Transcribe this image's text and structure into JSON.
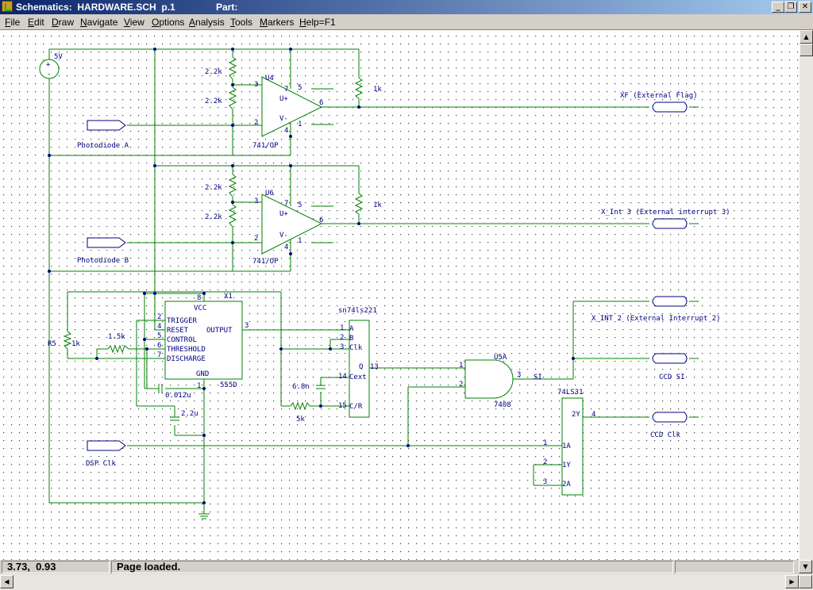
{
  "window": {
    "title": "Schematics:  HARDWARE.SCH  p.1",
    "part_label": "Part:",
    "controls": {
      "minimize": "_",
      "restore": "❐",
      "close": "✕"
    }
  },
  "menu": [
    {
      "label": "File",
      "hotkey": "F"
    },
    {
      "label": "Edit",
      "hotkey": "E"
    },
    {
      "label": "Draw",
      "hotkey": "D"
    },
    {
      "label": "Navigate",
      "hotkey": "N"
    },
    {
      "label": "View",
      "hotkey": "V"
    },
    {
      "label": "Options",
      "hotkey": "O"
    },
    {
      "label": "Analysis",
      "hotkey": "A"
    },
    {
      "label": "Tools",
      "hotkey": "T"
    },
    {
      "label": "Markers",
      "hotkey": "M"
    },
    {
      "label": "Help=F1",
      "hotkey": "H"
    }
  ],
  "schematic": {
    "power": "5V",
    "opamp1": {
      "ref": "U4",
      "model": "741/OP",
      "pins": {
        "noninv": "3",
        "inv": "2",
        "vplus": "7",
        "vminus": "4",
        "out": "6",
        "o1": "5",
        "o2": "1"
      },
      "plus": "U+",
      "minus": "V-"
    },
    "opamp2": {
      "ref": "U6",
      "model": "741/OP",
      "pins": {
        "noninv": "3",
        "inv": "2",
        "vplus": "7",
        "vminus": "4",
        "out": "6",
        "o1": "5",
        "o2": "1"
      },
      "plus": "U+",
      "minus": "V-"
    },
    "resistors": {
      "r1": "2.2k",
      "r2": "2.2k",
      "r3": "2.2k",
      "r4": "2.2k",
      "pull1": "1k",
      "pull2": "1k",
      "r5": "R5",
      "r5val": "1k",
      "r15k": "1.5k",
      "r5k": "5k"
    },
    "ports": {
      "xf": "XF (External Flag)",
      "xint3": "X_Int 3 (External interrupt 3)",
      "xint2": "X_INT 2 (External Interrupt 2)",
      "photo_a": "Photodiode A",
      "photo_b": "Photodiode B",
      "ccd_si": "CCD SI",
      "ccd_clk": "CCD Clk",
      "dsp_clk": "DSP Clk"
    },
    "timer": {
      "ref": "X1",
      "model": "555D",
      "vcc": "VCC",
      "trigger": "TRIGGER",
      "reset": "RESET",
      "output": "OUTPUT",
      "control": "CONTROL",
      "threshold": "THRESHOLD",
      "discharge": "DISCHARGE",
      "gnd": "GND",
      "pins": {
        "p8": "8",
        "p2": "2",
        "p4": "4",
        "p5": "5",
        "p6": "6",
        "p7": "7",
        "p3": "3",
        "p1": "1"
      }
    },
    "caps": {
      "c1": "0.012u",
      "c2": "2.2u",
      "c3": "6.8n"
    },
    "monostable": {
      "model": "sn74ls221",
      "a": "A",
      "b": "B",
      "clk": "Clk",
      "q": "Q",
      "cext": "Cext",
      "cr": "C/R",
      "pins": {
        "p1": "1",
        "p2": "2",
        "p3": "3",
        "p13": "13",
        "p14": "14",
        "p15": "15"
      }
    },
    "andgate": {
      "ref": "U5A",
      "model": "7408",
      "pins": {
        "a": "1",
        "b": "2",
        "y": "3"
      },
      "net": "SI"
    },
    "buffer": {
      "model": "74LS31",
      "y2": "2Y",
      "a1": "1A",
      "y1": "1Y",
      "a2": "2A",
      "pins": {
        "p1": "1",
        "p2": "2",
        "p3": "3",
        "p4": "4"
      }
    }
  },
  "status": {
    "coordinates": "3.73,  0.93",
    "message": "Page loaded."
  }
}
